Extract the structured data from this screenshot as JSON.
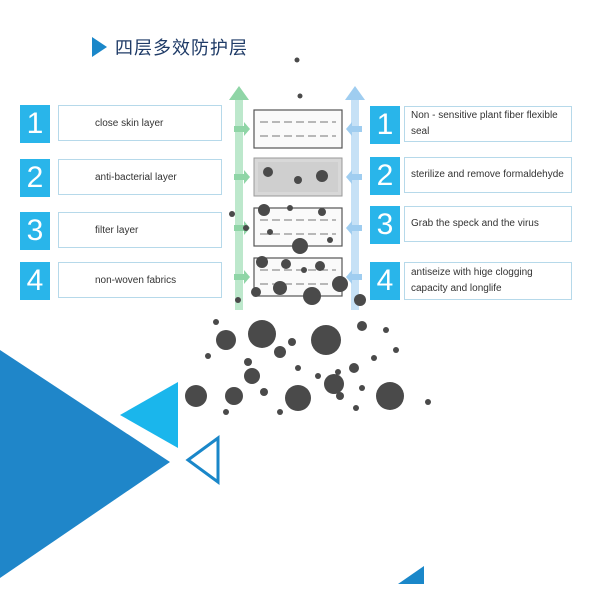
{
  "title": "四层多效防护层",
  "left_layers": [
    {
      "num": "1",
      "label": "close skin layer"
    },
    {
      "num": "2",
      "label": "anti-bacterial layer"
    },
    {
      "num": "3",
      "label": "filter layer"
    },
    {
      "num": "4",
      "label": "non-woven fabrics"
    }
  ],
  "right_features": [
    {
      "num": "1",
      "label": "Non - sensitive plant fiber flexible seal"
    },
    {
      "num": "2",
      "label": "sterilize and remove formaldehyde"
    },
    {
      "num": "3",
      "label": "Grab the speck and the virus"
    },
    {
      "num": "4",
      "label": "antiseize with hige clogging capacity and longlife"
    }
  ],
  "colors": {
    "accent_blue": "#1a87c9",
    "number_blue": "#29b5ea",
    "arrow_green": "#8fd5a6",
    "arrow_blue": "#9fcdf0",
    "particle": "#555555"
  }
}
